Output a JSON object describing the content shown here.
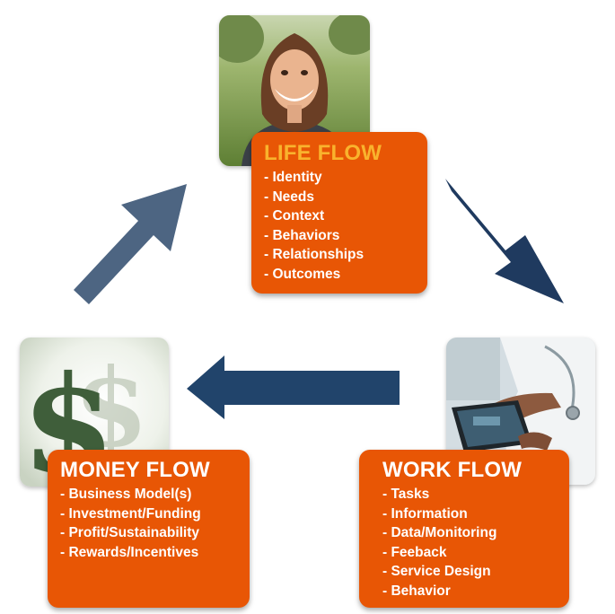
{
  "colors": {
    "card_bg": "#e85605",
    "life_title": "#f9b32d",
    "text": "#ffffff",
    "arrow_up": "#4d6582",
    "arrow_down": "#1f3a5f",
    "arrow_left": "#21446b"
  },
  "life_flow": {
    "title": "LIFE FLOW",
    "items": [
      "Identity",
      "Needs",
      "Context",
      "Behaviors",
      "Relationships",
      "Outcomes"
    ]
  },
  "work_flow": {
    "title": "WORK FLOW",
    "items": [
      "Tasks",
      "Information",
      "Data/Monitoring",
      "Feeback",
      "Service Design",
      "Behavior"
    ]
  },
  "money_flow": {
    "title": "MONEY FLOW",
    "items": [
      "Business Model(s)",
      "Investment/Funding",
      "Profit/Sustainability",
      "Rewards/Incentives"
    ]
  }
}
